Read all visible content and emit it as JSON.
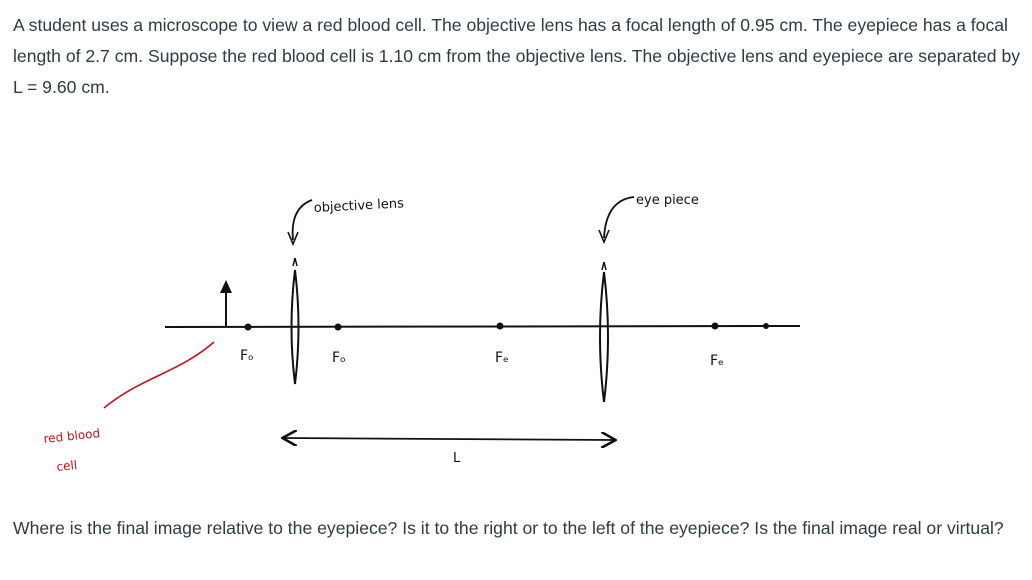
{
  "problem": {
    "text": "A student uses a microscope to view a red blood cell. The objective lens has a focal length of 0.95 cm. The eyepiece has a focal length of 2.7 cm. Suppose the red blood cell is 1.10 cm from the objective lens. The objective lens and eyepiece are separated by L = 9.60 cm."
  },
  "diagram": {
    "objective_label": "objective lens",
    "eyepiece_label": "eye piece",
    "focal_labels": [
      "Fₒ",
      "Fₒ",
      "Fₑ",
      "Fₑ"
    ],
    "separation_label": "L",
    "cell_label_line1": "red blood",
    "cell_label_line2": "cell"
  },
  "question": {
    "text": "Where is the final image relative to the eyepiece? Is it to the right or to the left of the eyepiece? Is the final image real or virtual?"
  }
}
